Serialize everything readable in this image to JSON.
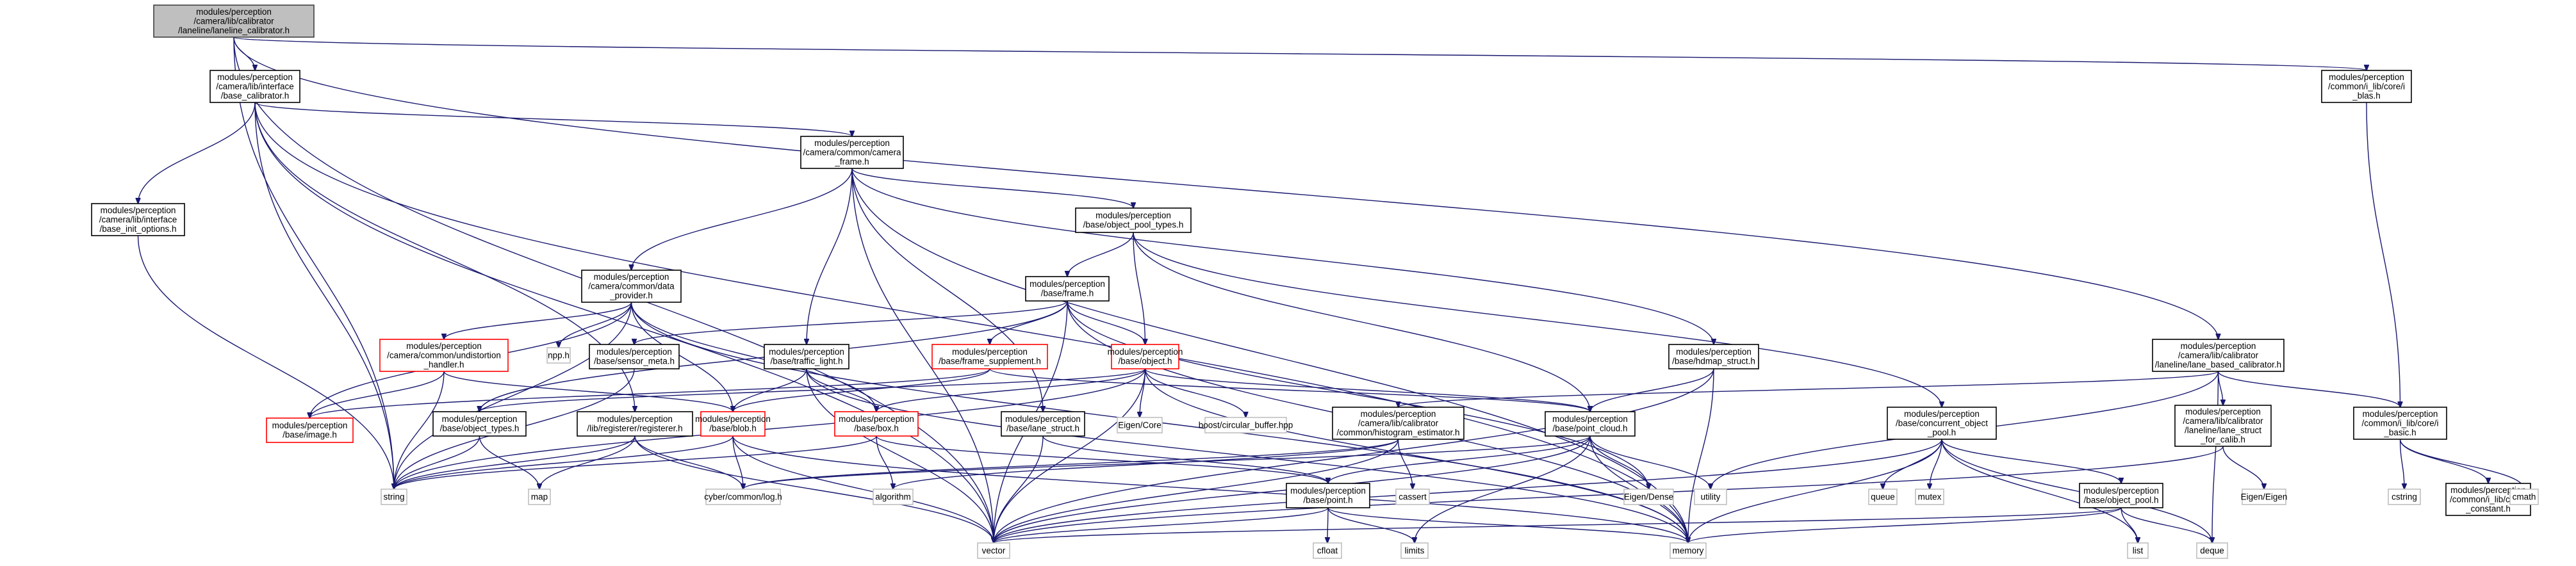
{
  "colors": {
    "edge": "#191970",
    "root_fill": "#bfbfbf",
    "node_border": "#000000",
    "missing_border": "#ff0000",
    "external_border": "#bfbfbf",
    "node_fill": "#ffffff"
  },
  "nodes": [
    {
      "id": "root",
      "kind": "root",
      "lines": [
        "modules/perception",
        "/camera/lib/calibrator",
        "/laneline/laneline_calibrator.h"
      ]
    },
    {
      "id": "base_cal",
      "kind": "normal",
      "lines": [
        "modules/perception",
        "/camera/lib/interface",
        "/base_calibrator.h"
      ]
    },
    {
      "id": "i_lib_bias",
      "kind": "normal",
      "lines": [
        "modules/perception",
        "/common/i_lib/core/i",
        "_blas.h"
      ]
    },
    {
      "id": "camera_frame",
      "kind": "normal",
      "lines": [
        "modules/perception",
        "/camera/common/camera",
        "_frame.h"
      ]
    },
    {
      "id": "init_opts",
      "kind": "normal",
      "lines": [
        "modules/perception",
        "/camera/lib/interface",
        "/base_init_options.h"
      ]
    },
    {
      "id": "pool_types",
      "kind": "normal",
      "lines": [
        "modules/perception",
        "/base/object_pool_types.h"
      ]
    },
    {
      "id": "data_provider",
      "kind": "normal",
      "lines": [
        "modules/perception",
        "/camera/common/data",
        "_provider.h"
      ]
    },
    {
      "id": "frame",
      "kind": "normal",
      "lines": [
        "modules/perception",
        "/base/frame.h"
      ]
    },
    {
      "id": "undistortion",
      "kind": "missing",
      "lines": [
        "modules/perception",
        "/camera/common/undistortion",
        "_handler.h"
      ]
    },
    {
      "id": "npp",
      "kind": "external",
      "lines": [
        "npp.h"
      ]
    },
    {
      "id": "sensor_meta",
      "kind": "normal",
      "lines": [
        "modules/perception",
        "/base/sensor_meta.h"
      ]
    },
    {
      "id": "traffic_light",
      "kind": "normal",
      "lines": [
        "modules/perception",
        "/base/traffic_light.h"
      ]
    },
    {
      "id": "frame_supp",
      "kind": "missing",
      "lines": [
        "modules/perception",
        "/base/frame_supplement.h"
      ]
    },
    {
      "id": "object",
      "kind": "missing",
      "lines": [
        "modules/perception",
        "/base/object.h"
      ]
    },
    {
      "id": "hdmap",
      "kind": "normal",
      "lines": [
        "modules/perception",
        "/base/hdmap_struct.h"
      ]
    },
    {
      "id": "lane_based",
      "kind": "normal",
      "lines": [
        "modules/perception",
        "/camera/lib/calibrator",
        "/laneline/lane_based_calibrator.h"
      ]
    },
    {
      "id": "image",
      "kind": "missing",
      "lines": [
        "modules/perception",
        "/base/image.h"
      ]
    },
    {
      "id": "object_types",
      "kind": "normal",
      "lines": [
        "modules/perception",
        "/base/object_types.h"
      ]
    },
    {
      "id": "registerer",
      "kind": "normal",
      "lines": [
        "modules/perception",
        "/lib/registerer/registerer.h"
      ]
    },
    {
      "id": "blob",
      "kind": "missing",
      "lines": [
        "modules/perception",
        "/base/blob.h"
      ]
    },
    {
      "id": "box",
      "kind": "missing",
      "lines": [
        "modules/perception",
        "/base/box.h"
      ]
    },
    {
      "id": "lane_struct_base",
      "kind": "normal",
      "lines": [
        "modules/perception",
        "/base/lane_struct.h"
      ]
    },
    {
      "id": "eigen_core",
      "kind": "external",
      "lines": [
        "Eigen/Core"
      ]
    },
    {
      "id": "circular",
      "kind": "external",
      "lines": [
        "boost/circular_buffer.hpp"
      ]
    },
    {
      "id": "histogram",
      "kind": "normal",
      "lines": [
        "modules/perception",
        "/camera/lib/calibrator",
        "/common/histogram_estimator.h"
      ]
    },
    {
      "id": "point_cloud",
      "kind": "normal",
      "lines": [
        "modules/perception",
        "/base/point_cloud.h"
      ]
    },
    {
      "id": "concurrent",
      "kind": "normal",
      "lines": [
        "modules/perception",
        "/base/concurrent_object",
        "_pool.h"
      ]
    },
    {
      "id": "lane_struct_calib",
      "kind": "normal",
      "lines": [
        "modules/perception",
        "/camera/lib/calibrator",
        "/laneline/lane_struct",
        "_for_calib.h"
      ]
    },
    {
      "id": "i_basic",
      "kind": "normal",
      "lines": [
        "modules/perception",
        "/common/i_lib/core/i",
        "_basic.h"
      ]
    },
    {
      "id": "string",
      "kind": "external",
      "lines": [
        "string"
      ]
    },
    {
      "id": "map",
      "kind": "external",
      "lines": [
        "map"
      ]
    },
    {
      "id": "log",
      "kind": "external",
      "lines": [
        "cyber/common/log.h"
      ]
    },
    {
      "id": "algorithm",
      "kind": "external",
      "lines": [
        "algorithm"
      ]
    },
    {
      "id": "point",
      "kind": "normal",
      "lines": [
        "modules/perception",
        "/base/point.h"
      ]
    },
    {
      "id": "cassert",
      "kind": "external",
      "lines": [
        "cassert"
      ]
    },
    {
      "id": "eigen_dense",
      "kind": "external",
      "lines": [
        "Eigen/Dense"
      ]
    },
    {
      "id": "utility",
      "kind": "external",
      "lines": [
        "utility"
      ]
    },
    {
      "id": "queue",
      "kind": "external",
      "lines": [
        "queue"
      ]
    },
    {
      "id": "mutex",
      "kind": "external",
      "lines": [
        "mutex"
      ]
    },
    {
      "id": "object_pool",
      "kind": "normal",
      "lines": [
        "modules/perception",
        "/base/object_pool.h"
      ]
    },
    {
      "id": "eigen_eigen",
      "kind": "external",
      "lines": [
        "Eigen/Eigen"
      ]
    },
    {
      "id": "cstring",
      "kind": "external",
      "lines": [
        "cstring"
      ]
    },
    {
      "id": "i_constant",
      "kind": "normal",
      "lines": [
        "modules/perception",
        "/common/i_lib/core/i",
        "_constant.h"
      ]
    },
    {
      "id": "cmath",
      "kind": "external",
      "lines": [
        "cmath"
      ]
    },
    {
      "id": "vector",
      "kind": "external",
      "lines": [
        "vector"
      ]
    },
    {
      "id": "memory",
      "kind": "external",
      "lines": [
        "memory"
      ]
    },
    {
      "id": "cfloat",
      "kind": "external",
      "lines": [
        "cfloat"
      ]
    },
    {
      "id": "limits",
      "kind": "external",
      "lines": [
        "limits"
      ]
    },
    {
      "id": "list",
      "kind": "external",
      "lines": [
        "list"
      ]
    },
    {
      "id": "deque",
      "kind": "external",
      "lines": [
        "deque"
      ]
    }
  ],
  "edges": [
    [
      "root",
      "base_cal"
    ],
    [
      "root",
      "i_lib_bias"
    ],
    [
      "root",
      "lane_based"
    ],
    [
      "root",
      "string"
    ],
    [
      "root",
      "vector"
    ],
    [
      "base_cal",
      "camera_frame"
    ],
    [
      "base_cal",
      "init_opts"
    ],
    [
      "base_cal",
      "string"
    ],
    [
      "base_cal",
      "vector"
    ],
    [
      "base_cal",
      "memory"
    ],
    [
      "base_cal",
      "registerer"
    ],
    [
      "i_lib_bias",
      "i_basic"
    ],
    [
      "init_opts",
      "string"
    ],
    [
      "camera_frame",
      "data_provider"
    ],
    [
      "camera_frame",
      "pool_types"
    ],
    [
      "camera_frame",
      "traffic_light"
    ],
    [
      "camera_frame",
      "lane_struct_base"
    ],
    [
      "camera_frame",
      "hdmap"
    ],
    [
      "camera_frame",
      "vector"
    ],
    [
      "camera_frame",
      "memory"
    ],
    [
      "pool_types",
      "frame"
    ],
    [
      "pool_types",
      "object"
    ],
    [
      "pool_types",
      "concurrent"
    ],
    [
      "pool_types",
      "point_cloud"
    ],
    [
      "data_provider",
      "undistortion"
    ],
    [
      "data_provider",
      "npp"
    ],
    [
      "data_provider",
      "blob"
    ],
    [
      "data_provider",
      "image"
    ],
    [
      "data_provider",
      "box"
    ],
    [
      "data_provider",
      "string"
    ],
    [
      "data_provider",
      "memory"
    ],
    [
      "frame",
      "sensor_meta"
    ],
    [
      "frame",
      "frame_supp"
    ],
    [
      "frame",
      "object"
    ],
    [
      "frame",
      "object_types"
    ],
    [
      "frame",
      "eigen_dense"
    ],
    [
      "frame",
      "vector"
    ],
    [
      "frame",
      "memory"
    ],
    [
      "undistortion",
      "image"
    ],
    [
      "undistortion",
      "blob"
    ],
    [
      "undistortion",
      "string"
    ],
    [
      "sensor_meta",
      "string"
    ],
    [
      "traffic_light",
      "box"
    ],
    [
      "traffic_light",
      "blob"
    ],
    [
      "traffic_light",
      "memory"
    ],
    [
      "traffic_light",
      "vector"
    ],
    [
      "frame_supp",
      "blob"
    ],
    [
      "frame_supp",
      "image"
    ],
    [
      "frame_supp",
      "point_cloud"
    ],
    [
      "object",
      "object_types"
    ],
    [
      "object",
      "eigen_core"
    ],
    [
      "object",
      "circular"
    ],
    [
      "object",
      "box"
    ],
    [
      "object",
      "point_cloud"
    ],
    [
      "object",
      "vector"
    ],
    [
      "object",
      "string"
    ],
    [
      "object",
      "memory"
    ],
    [
      "hdmap",
      "point_cloud"
    ],
    [
      "hdmap",
      "vector"
    ],
    [
      "hdmap",
      "memory"
    ],
    [
      "lane_based",
      "histogram"
    ],
    [
      "lane_based",
      "lane_struct_calib"
    ],
    [
      "lane_based",
      "i_basic"
    ],
    [
      "lane_based",
      "utility"
    ],
    [
      "lane_based",
      "deque"
    ],
    [
      "object_types",
      "map"
    ],
    [
      "object_types",
      "string"
    ],
    [
      "registerer",
      "map"
    ],
    [
      "registerer",
      "string"
    ],
    [
      "registerer",
      "vector"
    ],
    [
      "registerer",
      "log"
    ],
    [
      "blob",
      "log"
    ],
    [
      "blob",
      "string"
    ],
    [
      "blob",
      "vector"
    ],
    [
      "blob",
      "memory"
    ],
    [
      "box",
      "algorithm"
    ],
    [
      "box",
      "point"
    ],
    [
      "box",
      "string"
    ],
    [
      "lane_struct_base",
      "point"
    ],
    [
      "lane_struct_base",
      "vector"
    ],
    [
      "histogram",
      "log"
    ],
    [
      "histogram",
      "algorithm"
    ],
    [
      "histogram",
      "cassert"
    ],
    [
      "histogram",
      "vector"
    ],
    [
      "point_cloud",
      "point"
    ],
    [
      "point_cloud",
      "eigen_dense"
    ],
    [
      "point_cloud",
      "utility"
    ],
    [
      "point_cloud",
      "limits"
    ],
    [
      "point_cloud",
      "vector"
    ],
    [
      "point_cloud",
      "memory"
    ],
    [
      "point_cloud",
      "log"
    ],
    [
      "concurrent",
      "queue"
    ],
    [
      "concurrent",
      "mutex"
    ],
    [
      "concurrent",
      "object_pool"
    ],
    [
      "concurrent",
      "list"
    ],
    [
      "concurrent",
      "deque"
    ],
    [
      "concurrent",
      "memory"
    ],
    [
      "concurrent",
      "vector"
    ],
    [
      "lane_struct_calib",
      "eigen_eigen"
    ],
    [
      "lane_struct_calib",
      "vector"
    ],
    [
      "i_basic",
      "cstring"
    ],
    [
      "i_basic",
      "i_constant"
    ],
    [
      "i_basic",
      "cmath"
    ],
    [
      "point",
      "cfloat"
    ],
    [
      "point",
      "limits"
    ],
    [
      "point",
      "vector"
    ],
    [
      "point",
      "memory"
    ],
    [
      "object_pool",
      "list"
    ],
    [
      "object_pool",
      "deque"
    ],
    [
      "object_pool",
      "memory"
    ],
    [
      "object_pool",
      "vector"
    ]
  ]
}
